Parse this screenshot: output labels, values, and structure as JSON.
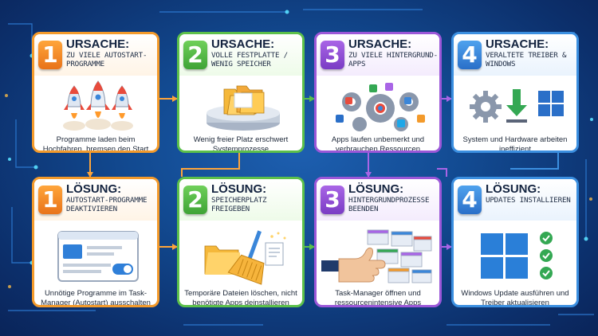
{
  "steps": [
    {
      "cause": {
        "number": "1",
        "title": "URSACHE:",
        "subtitle": "ZU VIELE AUTOSTART-PROGRAMME",
        "description": "Programme laden beim Hochfahren, bremsen den Start",
        "icon": "rockets-icon"
      },
      "solution": {
        "number": "1",
        "title": "LÖSUNG:",
        "subtitle": "AUTOSTART-PROGRAMME DEAKTIVIEREN",
        "description": "Unnötige Programme im Task-Manager (Autostart) ausschalten",
        "icon": "toggle-settings-icon"
      },
      "color": "#f39a2b"
    },
    {
      "cause": {
        "number": "2",
        "title": "URSACHE:",
        "subtitle": "VOLLE FESTPLATTE / WENIG SPEICHER",
        "description": "Wenig freier Platz erschwert Systemprozesse",
        "icon": "full-disk-folders-icon"
      },
      "solution": {
        "number": "2",
        "title": "LÖSUNG:",
        "subtitle": "SPEICHERPLATZ FREIGEBEN",
        "description": "Temporäre Dateien löschen, nicht benötigte Apps deinstallieren",
        "icon": "broom-folders-icon"
      },
      "color": "#5cc04a"
    },
    {
      "cause": {
        "number": "3",
        "title": "URSACHE:",
        "subtitle": "ZU VIELE HINTERGRUND-APPS",
        "description": "Apps laufen unbemerkt und verbrauchen Ressourcen",
        "icon": "gears-apps-icon"
      },
      "solution": {
        "number": "3",
        "title": "LÖSUNG:",
        "subtitle": "HINTERGRUNDPROZESSE BEENDEN",
        "description": "Task-Manager öffnen und ressourcenintensive Apps schließen",
        "icon": "hand-closing-windows-icon"
      },
      "color": "#9b57d8"
    },
    {
      "cause": {
        "number": "4",
        "title": "URSACHE:",
        "subtitle": "VERALTETE TREIBER & WINDOWS",
        "description": "System und Hardware arbeiten ineffizient",
        "icon": "gear-download-windows-icon"
      },
      "solution": {
        "number": "4",
        "title": "LÖSUNG:",
        "subtitle": "UPDATES INSTALLIEREN",
        "description": "Windows Update ausführen und Treiber aktualisieren",
        "icon": "windows-checkmarks-icon"
      },
      "color": "#3b8fe0"
    }
  ]
}
